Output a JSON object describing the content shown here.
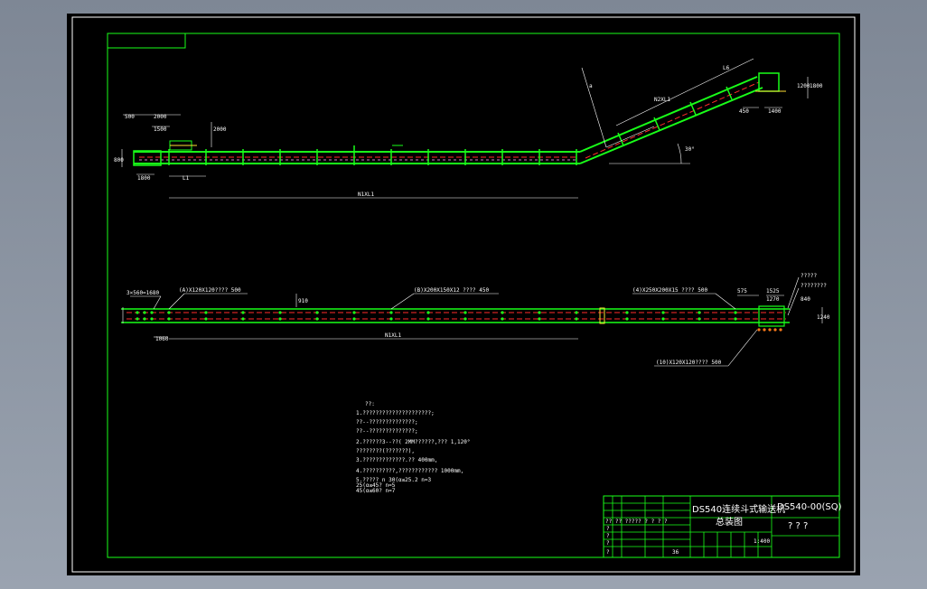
{
  "drawing": {
    "title_block": {
      "drawing_number": "DS540-00(SQ)",
      "name_line1": "DS540连续斗式输送机",
      "name_line2": "总装图",
      "company": "? ? ?",
      "scale": "1:400",
      "sheet": "36",
      "rows": [
        "?",
        "?",
        "?",
        "?"
      ],
      "row_header": "?? ?? ?????  ?  ?  ?  ?"
    },
    "elevation": {
      "dim_500": "500",
      "dim_2000": "2000",
      "dim_1500": "1500",
      "dim_2000_v": "2000",
      "dim_800_left": "800",
      "dim_1800": "1800",
      "dim_L1": "L1",
      "dim_NxL1": "N1XL1",
      "dim_N2xL1": "N2XL1",
      "dim_L6": "L6",
      "dim_450": "450",
      "dim_1400": "1400",
      "dim_1200": "1200",
      "dim_1800r": "1800",
      "dim_angle": "30°",
      "label_a": "a"
    },
    "plan": {
      "lbl_3x560": "3×560=1680",
      "lbl_a": "(A)X120X120???? 500",
      "lbl_b": "(B)X200X150X12 ???? 450",
      "lbl_4": "(4)X250X200X15 ???? 500",
      "lbl_10": "(10)X120X120???? 500",
      "dim_575": "575",
      "dim_1525": "1525",
      "dim_1270": "1270",
      "dim_840": "840",
      "dim_1240": "1240",
      "dim_1060": "1060",
      "dim_910": "910",
      "dim_NxL1": "N1XL1",
      "lbl_q1": "?????",
      "lbl_q2": "????????"
    },
    "notes": [
      "??:",
      "1.?????????????????????;",
      "  ??--??????????????;",
      "  ??--??????????????;",
      "2.??????3--??(  2MM??????,???     1,120°",
      "  ????????(???????),",
      "3.?????????????.??      400mm,",
      "4.??????????,????????????          1000mm,",
      "5.?????   n   30(α≤25.2   n=3",
      "              25(α≤45?   n=5",
      "              45(α≤60?   n=7"
    ]
  }
}
